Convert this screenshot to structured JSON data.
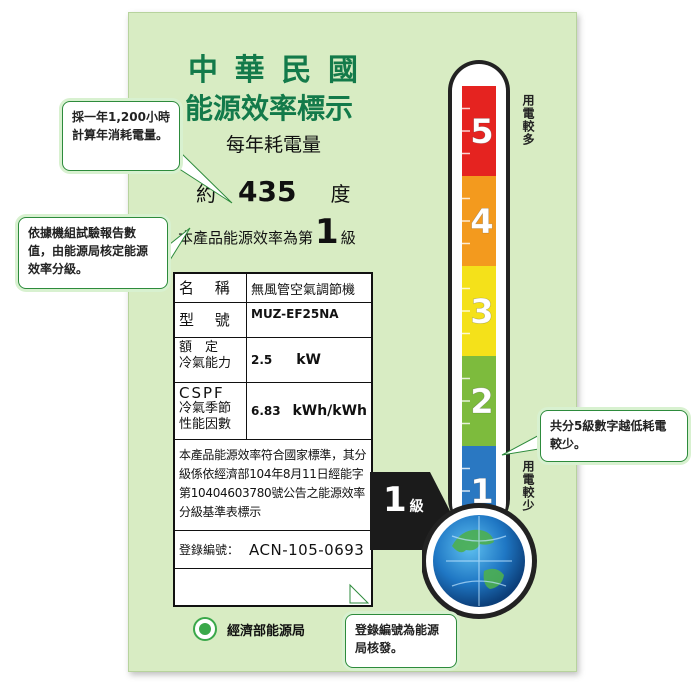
{
  "label": {
    "title_chars": [
      "中",
      "華",
      "民",
      "國"
    ],
    "subtitle": "能源效率標示",
    "annual_label": "每年耗電量",
    "kwh_prefix": "約",
    "kwh_value": "435",
    "kwh_unit": "度",
    "grade_prefix": "本產品能源效率為第",
    "grade_value": "1",
    "grade_suffix": "級",
    "brand_color": "#137a4a",
    "background_color": "#d8ecc3"
  },
  "spec_table": {
    "name_label": "名 稱",
    "name_value": "無風管空氣調節機",
    "model_label": "型 號",
    "model_value": "MUZ-EF25NA",
    "capacity_label_1": "額　定",
    "capacity_label_2": "冷氣能力",
    "capacity_value": "2.5",
    "capacity_unit": "kW",
    "cspf_label_1": "CSPF",
    "cspf_label_2": "冷氣季節",
    "cspf_label_3": "性能因數",
    "cspf_value": "6.83",
    "cspf_unit": "kWh/kWh",
    "compliance_text": "本產品能源效率符合國家標準，其分級係依經濟部104年8月11日經能字第10404603780號公告之能源效率分級基準表標示",
    "reg_label": "登錄編號：",
    "reg_value": "ACN-105-0693"
  },
  "agency": "經濟部能源局",
  "indicator": {
    "value": "1",
    "unit": "級"
  },
  "scale": {
    "top_label": "用電較多",
    "bottom_label": "用電較少",
    "segments": [
      {
        "grade": "5",
        "color": "#e52320"
      },
      {
        "grade": "4",
        "color": "#f39a1e"
      },
      {
        "grade": "3",
        "color": "#f4e11a"
      },
      {
        "grade": "2",
        "color": "#7dbb3d"
      },
      {
        "grade": "1",
        "color": "#2a78c2"
      }
    ]
  },
  "callouts": {
    "hours": "採一年1,200小時計算年消耗電量。",
    "grading": "依據機組試驗報告數值，由能源局核定能源效率分級。",
    "levels": "共分5級數字越低耗電較少。",
    "registration": "登錄編號為能源局核發。"
  }
}
